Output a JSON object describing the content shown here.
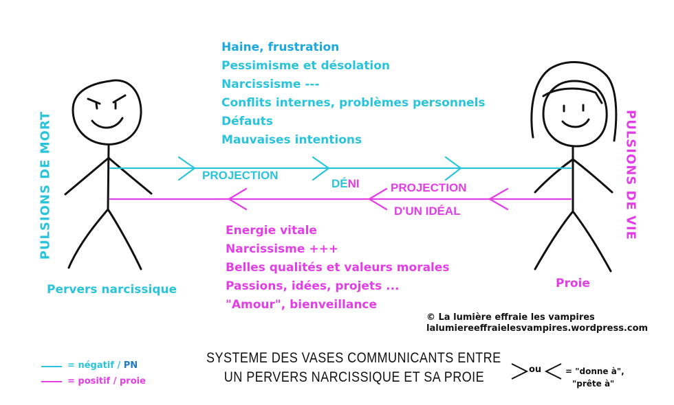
{
  "colors": {
    "negative": "#29c4dc",
    "positive": "#e23ee6",
    "ink": "#111111"
  },
  "left": {
    "side_label": "PULSIONS DE MORT",
    "name": "Pervers narcissique"
  },
  "right": {
    "side_label": "PULSIONS DE VIE",
    "name": "Proie"
  },
  "negative_list": {
    "header": "Haine, frustration",
    "items": [
      "Pessimisme et désolation",
      "Narcissisme ---",
      "Conflits internes, problèmes personnels",
      "Défauts",
      "Mauvaises intentions"
    ]
  },
  "positive_list": {
    "items": [
      "Energie vitale",
      "Narcissisme +++",
      "Belles qualités et valeurs morales",
      "Passions, idées, projets ...",
      "\"Amour\", bienveillance"
    ]
  },
  "arrows": {
    "projection": "PROJECTION",
    "deni_part1": "DÉ",
    "deni_part2": "NI",
    "projection_ideal_line1": "PROJECTION",
    "projection_ideal_line2": "D'UN IDÉAL"
  },
  "credit": {
    "line1": "© La lumière effraie les vampires",
    "line2": "lalumiereeffraielesvampires.wordpress.com"
  },
  "title": {
    "line1": "SYSTEME DES VASES COMMUNICANTS ENTRE",
    "line2": "UN PERVERS NARCISSIQUE ET SA PROIE"
  },
  "legend": {
    "negative_eq": "=",
    "negative_word": "négatif /",
    "negative_target": "PN",
    "positive": "= positif / proie"
  },
  "symbol_legend": {
    "ou": "ou",
    "meaning_line1": "= \"donne à\",",
    "meaning_line2": "\"prête à\""
  }
}
